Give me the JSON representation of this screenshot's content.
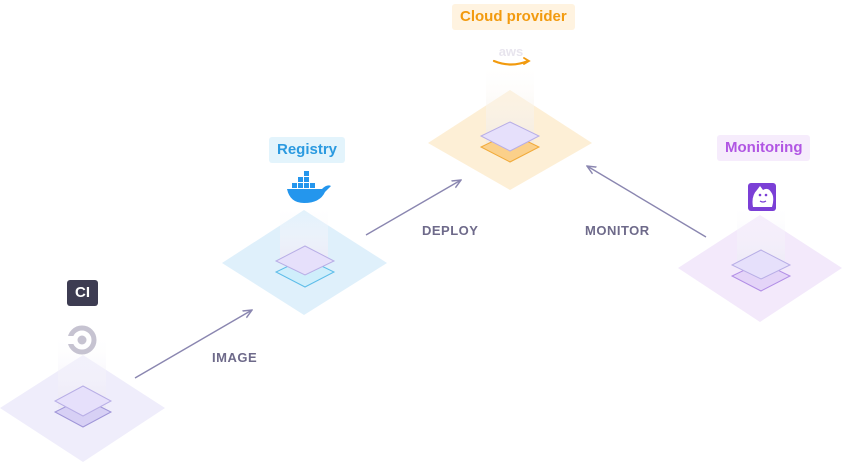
{
  "nodes": {
    "ci": {
      "label": "CI",
      "icon": "circleci-icon",
      "color": "#3d3c52",
      "text_color": "#ffffff"
    },
    "registry": {
      "label": "Registry",
      "icon": "docker-whale-icon",
      "color": "#e3f4fc",
      "text_color": "#2b9ae0"
    },
    "cloud": {
      "label": "Cloud provider",
      "icon": "aws-logo-icon",
      "logo_text": "aws",
      "color": "#fff3e0",
      "text_color": "#f29a0e"
    },
    "monitoring": {
      "label": "Monitoring",
      "icon": "datadog-dog-icon",
      "color": "#f6ecfc",
      "text_color": "#b156e3"
    }
  },
  "edges": {
    "image": {
      "label": "IMAGE"
    },
    "deploy": {
      "label": "DEPLOY"
    },
    "monitor": {
      "label": "MONITOR"
    }
  },
  "colors": {
    "arrow": "#8a86b0",
    "platform": "#c9c1f0",
    "diamond_ci": "#efedfb",
    "diamond_registry": "#dff0fb",
    "diamond_cloud": "#fdefd6",
    "diamond_monitoring": "#f3e9fb"
  }
}
